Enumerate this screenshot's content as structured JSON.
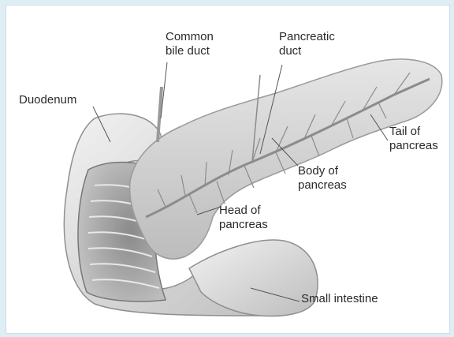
{
  "diagram": {
    "labels": {
      "common_bile_duct": "Common\nbile duct",
      "pancreatic_duct": "Pancreatic\nduct",
      "duodenum": "Duodenum",
      "tail_of_pancreas": "Tail of\npancreas",
      "body_of_pancreas": "Body of\npancreas",
      "head_of_pancreas": "Head of\npancreas",
      "small_intestine": "Small intestine"
    },
    "colors": {
      "background_border": "#dfeef4",
      "organ_fill": "#d6d6d6",
      "organ_shadow": "#9a9a9a",
      "duct": "#8c8c8c",
      "leader_line": "#555555"
    }
  }
}
